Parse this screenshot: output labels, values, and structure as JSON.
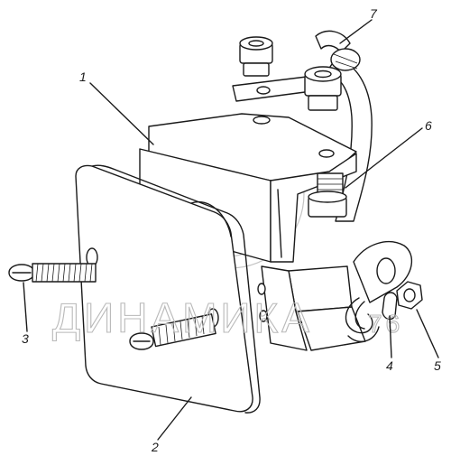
{
  "figure": {
    "callouts": [
      {
        "id": "1",
        "label": "1"
      },
      {
        "id": "2",
        "label": "2"
      },
      {
        "id": "3",
        "label": "3"
      },
      {
        "id": "4",
        "label": "4"
      },
      {
        "id": "5",
        "label": "5"
      },
      {
        "id": "6",
        "label": "6"
      },
      {
        "id": "7",
        "label": "7"
      }
    ],
    "watermark": "ДИНАМИКА",
    "watermark_suffix": "76"
  },
  "colors": {
    "ink": "#1a1a1a",
    "watermark": "#b9b9b9",
    "background": "#ffffff"
  }
}
